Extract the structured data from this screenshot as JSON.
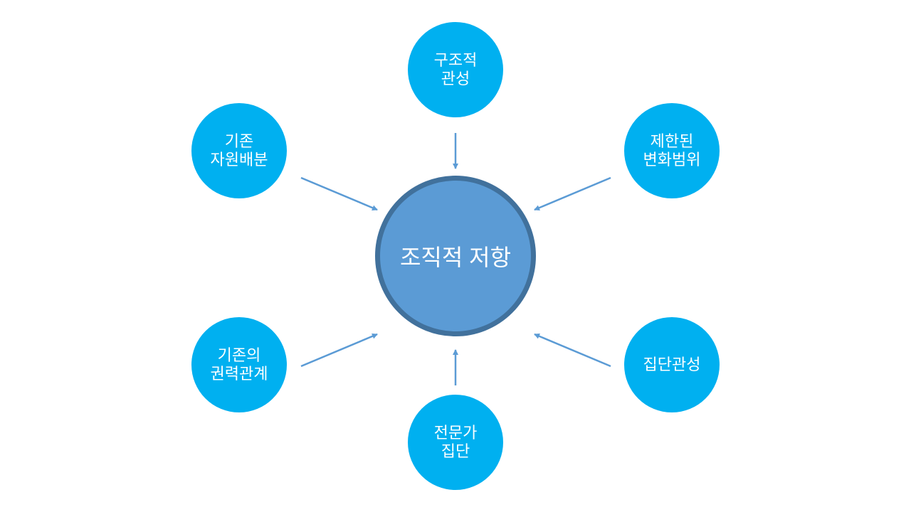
{
  "center": {
    "label": "조직적 저항"
  },
  "nodes": [
    {
      "label": "구조적\n관성"
    },
    {
      "label": "제한된\n변화범위"
    },
    {
      "label": "집단관성"
    },
    {
      "label": "전문가\n집단"
    },
    {
      "label": "기존의\n권력관계"
    },
    {
      "label": "기존\n자원배분"
    }
  ],
  "colors": {
    "node": "#00b0f0",
    "center_fill": "#5b9bd5",
    "center_border": "#41719c",
    "arrow": "#5b9bd5"
  }
}
